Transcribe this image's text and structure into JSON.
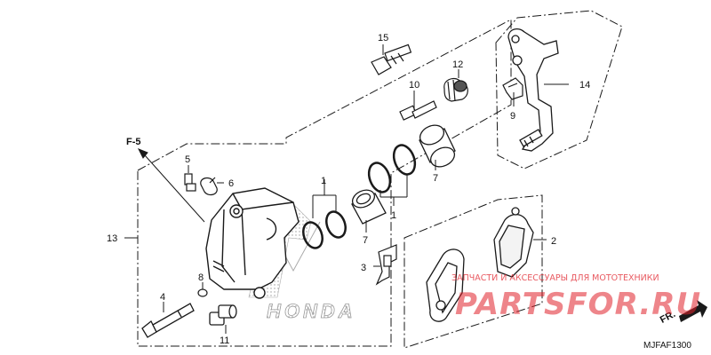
{
  "diagram": {
    "callouts": {
      "c1a": "1",
      "c1b": "1",
      "c2": "2",
      "c3": "3",
      "c4": "4",
      "c5": "5",
      "c6": "6",
      "c7a": "7",
      "c7b": "7",
      "c8": "8",
      "c9": "9",
      "c10": "10",
      "c11": "11",
      "c12": "12",
      "c13": "13",
      "c14": "14",
      "c15": "15"
    },
    "ref_label": "F-5",
    "front_label": "FR.",
    "diagram_code": "MJFAF1300"
  },
  "watermark": {
    "line1": "ЗАПЧАСТИ И АКСЕССУАРЫ ДЛЯ МОТОТЕХНИКИ",
    "logo_text": "PARTSFOR.RU"
  },
  "brand_mark": "HONDA",
  "colors": {
    "line": "#1a1a1a",
    "watermark": "#e0202a",
    "dot": "#9a9a9a"
  }
}
